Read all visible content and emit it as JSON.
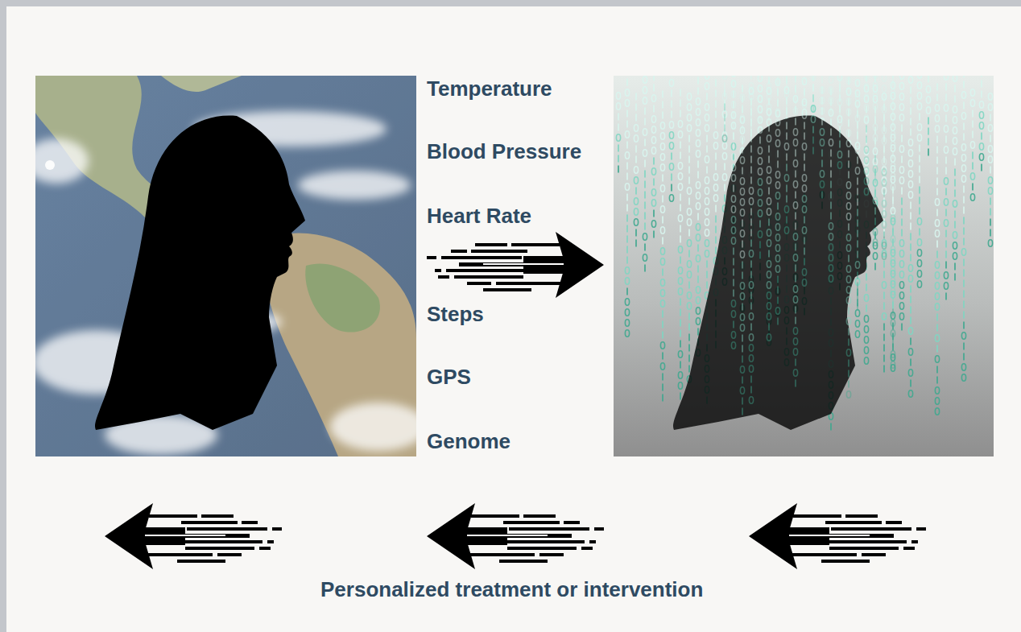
{
  "diagram": {
    "labels": [
      "Temperature",
      "Blood Pressure",
      "Heart Rate",
      "Steps",
      "GPS",
      "Genome",
      "Personalized treatment or intervention"
    ]
  }
}
